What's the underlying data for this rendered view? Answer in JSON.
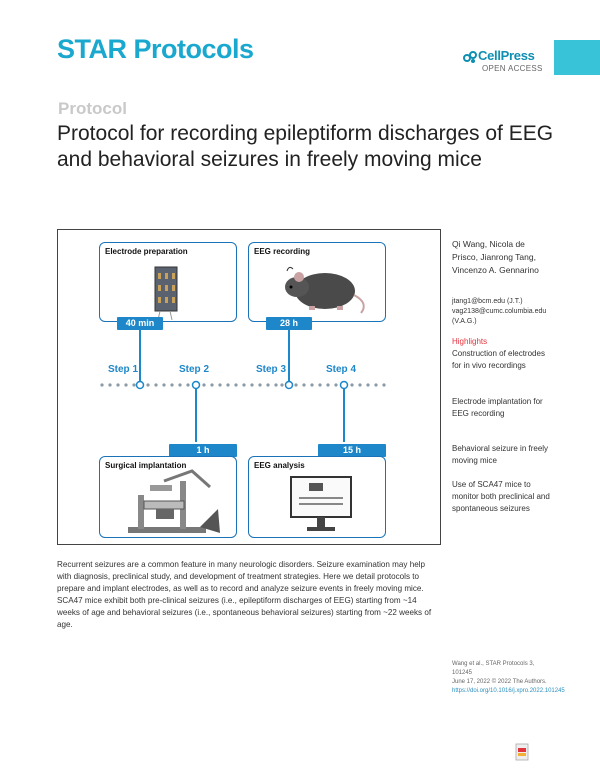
{
  "header": {
    "journal": "STAR Protocols",
    "publisher": "CellPress",
    "access": "OPEN ACCESS"
  },
  "article": {
    "type": "Protocol",
    "title": "Protocol for recording epileptiform discharges of EEG and behavioral seizures in freely moving mice",
    "abstract": "Recurrent seizures are a common feature in many neurologic disorders. Seizure examination may help with diagnosis, preclinical study, and development of treatment strategies. Here we detail protocols to prepare and implant electrodes, as well as to record and analyze seizure events in freely moving mice. SCA47 mice exhibit both pre-clinical seizures (i.e., epileptiform discharges of EEG) starting from ~14 weeks of age and behavioral seizures (i.e., spontaneous behavioral seizures) starting from ~22 weeks of age."
  },
  "figure": {
    "panels": [
      {
        "label": "Electrode preparation",
        "time": "40 min"
      },
      {
        "label": "EEG recording",
        "time": "28 h"
      },
      {
        "label": "Surgical implantation",
        "time": "1 h"
      },
      {
        "label": "EEG analysis",
        "time": "15 h"
      }
    ],
    "steps": [
      "Step 1",
      "Step 2",
      "Step 3",
      "Step 4"
    ]
  },
  "sidebar": {
    "authors": "Qi Wang, Nicola de Prisco, Jianrong Tang, Vincenzo A. Gennarino",
    "emails": "jtang1@bcm.edu (J.T.) vag2138@cumc.columbia.edu (V.A.G.)",
    "highlights_title": "Highlights",
    "highlights": [
      "Construction of electrodes for in vivo recordings",
      "Electrode implantation for EEG recording",
      "Behavioral seizure in freely moving mice",
      "Use of SCA47 mice to monitor both preclinical and spontaneous seizures"
    ]
  },
  "citation": {
    "ref": "Wang et al., STAR Protocols 3, 101245",
    "date": "June 17, 2022 © 2022 The Authors.",
    "doi": "https://doi.org/10.1016/j.xpro.2022.101245"
  },
  "colors": {
    "accent": "#1ba8cf",
    "diagram_blue": "#1d87c9",
    "highlight_red": "#e2343f"
  }
}
